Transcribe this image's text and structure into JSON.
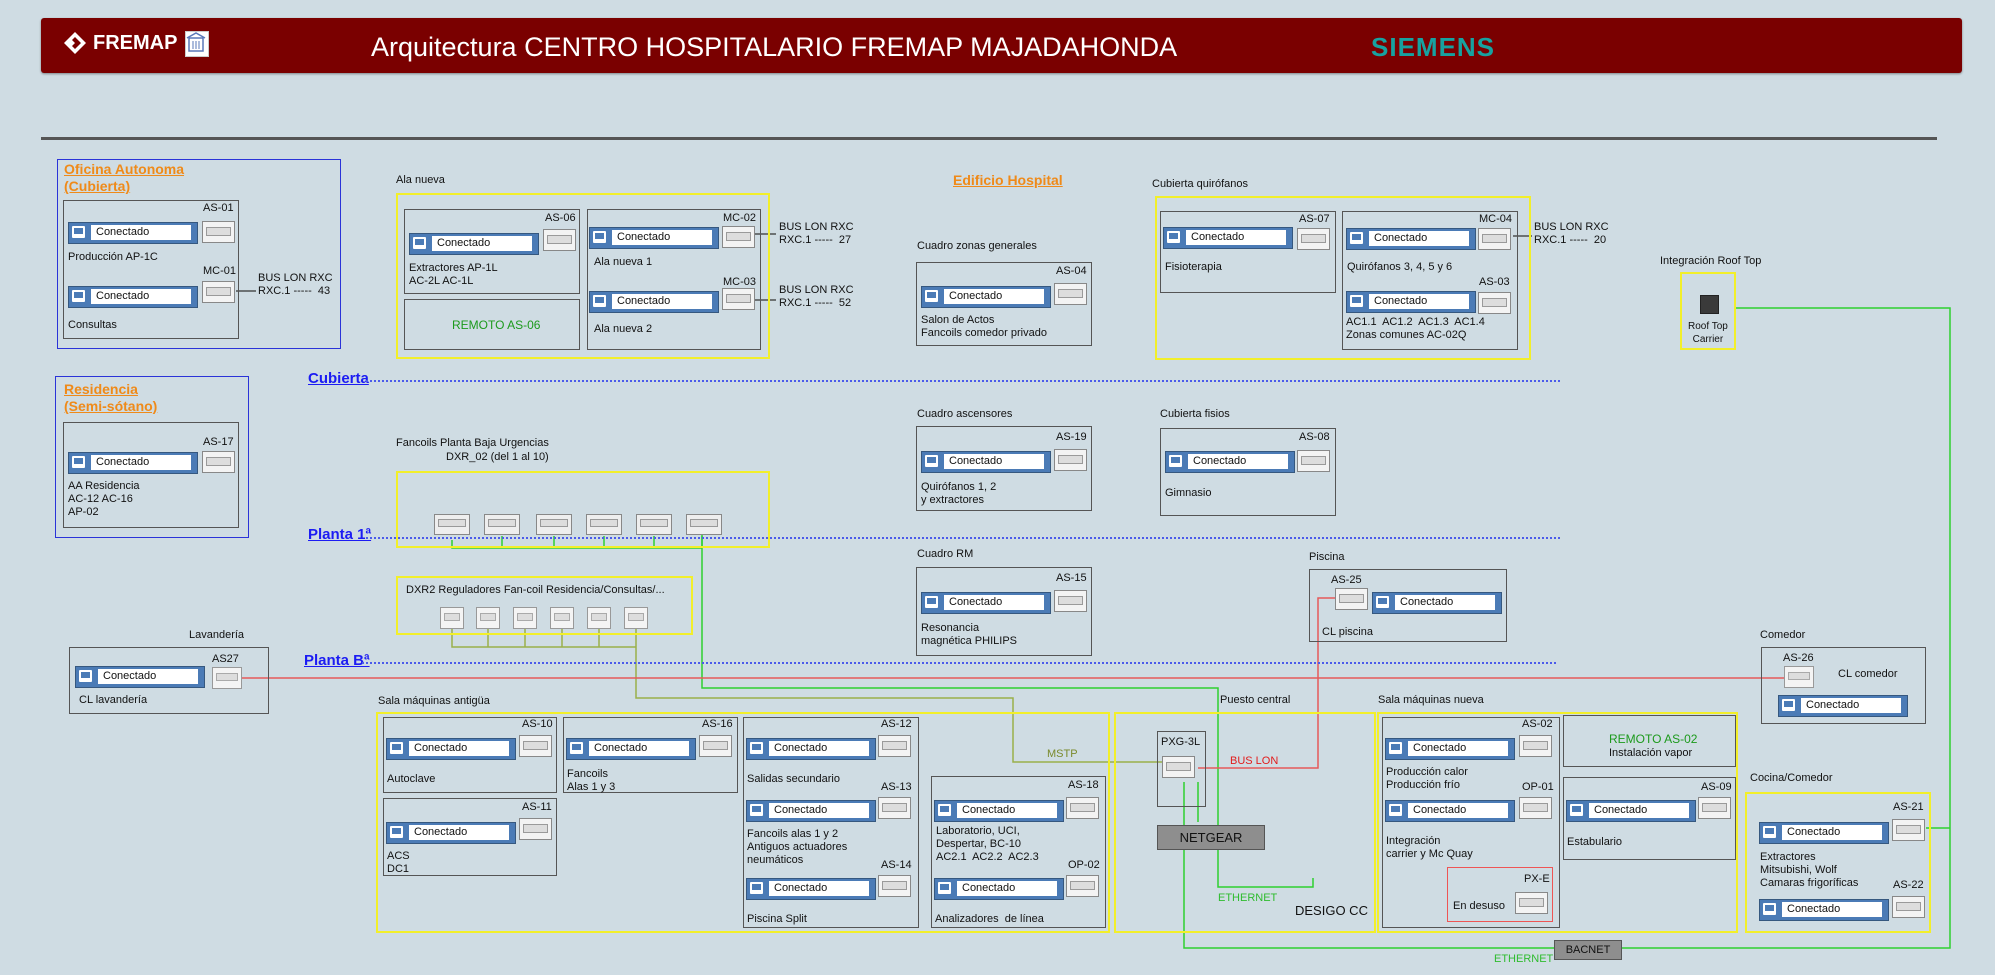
{
  "header": {
    "logo": "FREMAP",
    "title": "Arquitectura CENTRO HOSPITALARIO FREMAP MAJADAHONDA",
    "brand": "SIEMENS",
    "colors": {
      "bar": "#7a0000",
      "brand": "#17a2a0"
    }
  },
  "levels": {
    "cubierta": "Cubierta",
    "planta1": "Planta 1ª",
    "plantab": "Planta Bª"
  },
  "sections": {
    "oficina": "Oficina Autonoma\n(Cubierta)",
    "residencia": "Residencia\n(Semi-sótano)",
    "edificio": "Edificio Hospital",
    "ala_nueva": "Ala nueva",
    "cuadro_generales": "Cuadro zonas generales",
    "cubierta_quirofanos": "Cubierta quirófanos",
    "roof_top": "Integración Roof Top",
    "fancoils": "Fancoils Planta Baja Urgencias",
    "fancoils_sub": "DXR_02 (del 1 al 10)",
    "dxr2": "DXR2 Reguladores Fan-coil Residencia/Consultas/...",
    "cuadro_ascensores": "Cuadro ascensores",
    "cubierta_fisios": "Cubierta fisios",
    "cuadro_rm": "Cuadro RM",
    "piscina": "Piscina",
    "lavanderia": "Lavandería",
    "comedor": "Comedor",
    "sala_antigua": "Sala máquinas antigüa",
    "puesto_central": "Puesto central",
    "sala_nueva": "Sala máquinas nueva",
    "cocina": "Cocina/Comedor"
  },
  "status": "Conectado",
  "controllers": {
    "as01": {
      "id": "AS-01",
      "desc": "Producción AP-1C"
    },
    "mc01": {
      "id": "MC-01",
      "desc": "Consultas"
    },
    "as17": {
      "id": "AS-17",
      "desc": "AA Residencia\nAC-12 AC-16\nAP-02"
    },
    "as06": {
      "id": "AS-06",
      "desc": "Extractores AP-1L\nAC-2L AC-1L"
    },
    "mc02": {
      "id": "MC-02",
      "desc": "Ala nueva 1"
    },
    "mc03": {
      "id": "MC-03",
      "desc": "Ala nueva 2"
    },
    "as04": {
      "id": "AS-04",
      "desc": "Salon de Actos\nFancoils comedor privado"
    },
    "as07": {
      "id": "AS-07",
      "desc": "Fisioterapia"
    },
    "mc04": {
      "id": "MC-04",
      "desc": "Quirófanos 3, 4, 5 y 6"
    },
    "as03": {
      "id": "AS-03",
      "desc": "AC1.1  AC1.2  AC1.3  AC1.4\nZonas comunes AC-02Q"
    },
    "as19": {
      "id": "AS-19",
      "desc": "Quirófanos 1, 2\ny extractores"
    },
    "as08": {
      "id": "AS-08",
      "desc": "Gimnasio"
    },
    "as15": {
      "id": "AS-15",
      "desc": "Resonancia\nmagnética PHILIPS"
    },
    "as25": {
      "id": "AS-25",
      "desc": "CL piscina"
    },
    "as27": {
      "id": "AS27",
      "desc": "CL lavandería"
    },
    "as26": {
      "id": "AS-26",
      "desc": "CL comedor"
    },
    "as10": {
      "id": "AS-10",
      "desc": "Autoclave"
    },
    "as16": {
      "id": "AS-16",
      "desc": "Fancoils\nAlas 1 y 3"
    },
    "as11": {
      "id": "AS-11",
      "desc": "ACS\nDC1"
    },
    "as12": {
      "id": "AS-12",
      "desc": "Salidas secundario"
    },
    "as13": {
      "id": "AS-13",
      "desc": "Fancoils alas 1 y 2\nAntiguos actuadores\nneumáticos"
    },
    "as14": {
      "id": "AS-14",
      "desc": "Piscina Split"
    },
    "as18": {
      "id": "AS-18",
      "desc": "Laboratorio, UCI,\nDespertar, BC-10\nAC2.1  AC2.2  AC2.3"
    },
    "op02": {
      "id": "OP-02",
      "desc": "Analizadores  de línea"
    },
    "as02": {
      "id": "AS-02",
      "desc": "Producción calor\nProducción frío"
    },
    "op01": {
      "id": "OP-01",
      "desc": "Integración\ncarrier y Mc Quay"
    },
    "as09": {
      "id": "AS-09",
      "desc": "Estabulario"
    },
    "pxe": {
      "id": "PX-E",
      "desc": "En desuso"
    },
    "as21": {
      "id": "AS-21",
      "desc": "Extractores\nMitsubishi, Wolf\nCamaras frigoríficas"
    },
    "as22": {
      "id": "AS-22",
      "desc": ""
    },
    "pxg": {
      "id": "PXG-3L",
      "desc": ""
    }
  },
  "bus": {
    "b1": "BUS LON RXC\nRXC.1 -----  43",
    "b2": "BUS LON RXC\nRXC.1 -----  27",
    "b3": "BUS LON RXC\nRXC.1 -----  52",
    "b4": "BUS LON RXC\nRXC.1 -----  20"
  },
  "remote": {
    "as06": "REMOTO AS-06",
    "as02": "REMOTO AS-02",
    "as02_sub": "Instalación vapor"
  },
  "rooftop": "Roof Top\nCarrier",
  "network": {
    "mstp": "MSTP",
    "bus_lon": "BUS LON",
    "netgear": "NETGEAR",
    "ethernet1": "ETHERNET",
    "desigo": "DESIGO CC",
    "ethernet2": "ETHERNET",
    "bacnet": "BACNET"
  }
}
